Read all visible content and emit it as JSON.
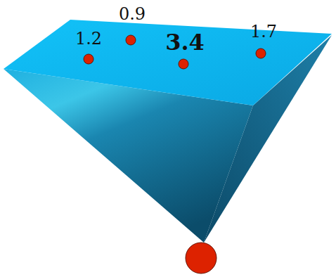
{
  "diagram": {
    "labels": [
      "1.2",
      "0.9",
      "3.4",
      "1.7"
    ]
  }
}
